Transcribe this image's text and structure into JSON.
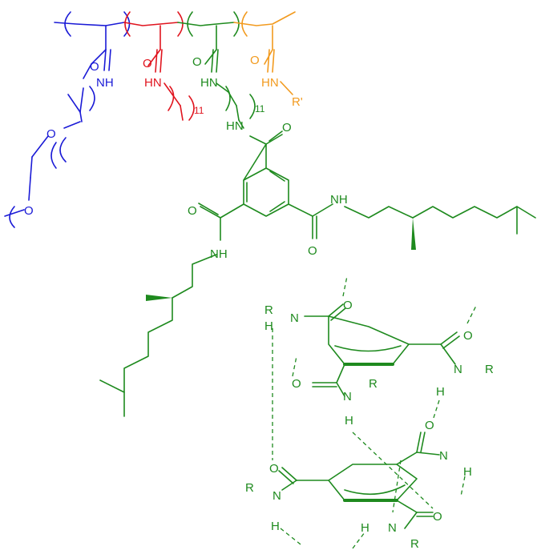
{
  "colors": {
    "blue": "#1a1ad6",
    "red": "#e0141e",
    "green": "#1e8a1e",
    "orange": "#f29a1e"
  },
  "labels": {
    "nh_blue": "NH",
    "o_blue_1": "O",
    "o_blue_2": "O",
    "o_blue_amide": "O",
    "hn_red": "HN",
    "o_red": "O",
    "n11_red": "11",
    "hn_green": "HN",
    "o_green": "O",
    "n11_green": "11",
    "hn_orange": "HN",
    "o_orange": "O",
    "r_prime": "R'",
    "hn_core": "HN",
    "o_core_top": "O",
    "o_core_left": "O",
    "nh_core_left": "NH",
    "nh_core_right": "NH",
    "o_core_right": "O"
  },
  "hbond": {
    "r_1": "R",
    "h_1": "H",
    "n_1": "N",
    "o_1": "O",
    "o_2": "O",
    "n_2": "N",
    "r_2": "R",
    "h_2": "H",
    "o_3": "O",
    "n_3": "N",
    "r_3": "R",
    "h_3": "H",
    "o_4": "O",
    "n_4": "N",
    "h_4": "H",
    "o_5": "O",
    "r_5": "R",
    "n_5": "N",
    "h_5": "H",
    "o_6": "O",
    "h_6": "H",
    "n_6": "N",
    "r_6": "R"
  }
}
